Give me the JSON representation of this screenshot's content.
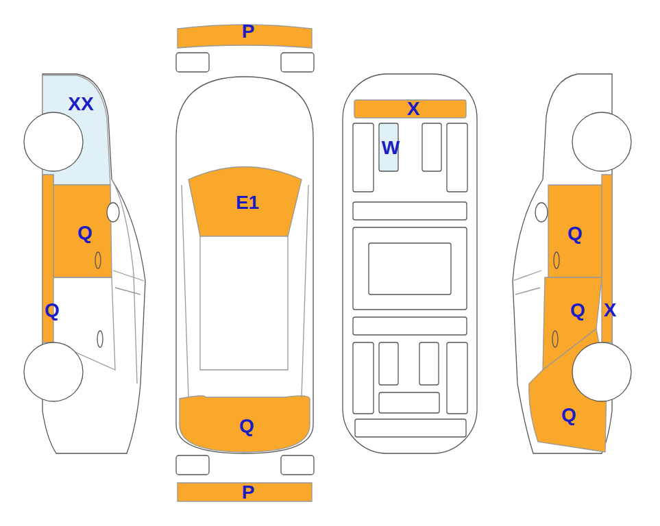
{
  "diagram": {
    "labels": [
      "P",
      "XX",
      "X",
      "W",
      "E1",
      "Q",
      "Q",
      "Q",
      "Q",
      "X",
      "Q",
      "Q",
      "P"
    ]
  }
}
